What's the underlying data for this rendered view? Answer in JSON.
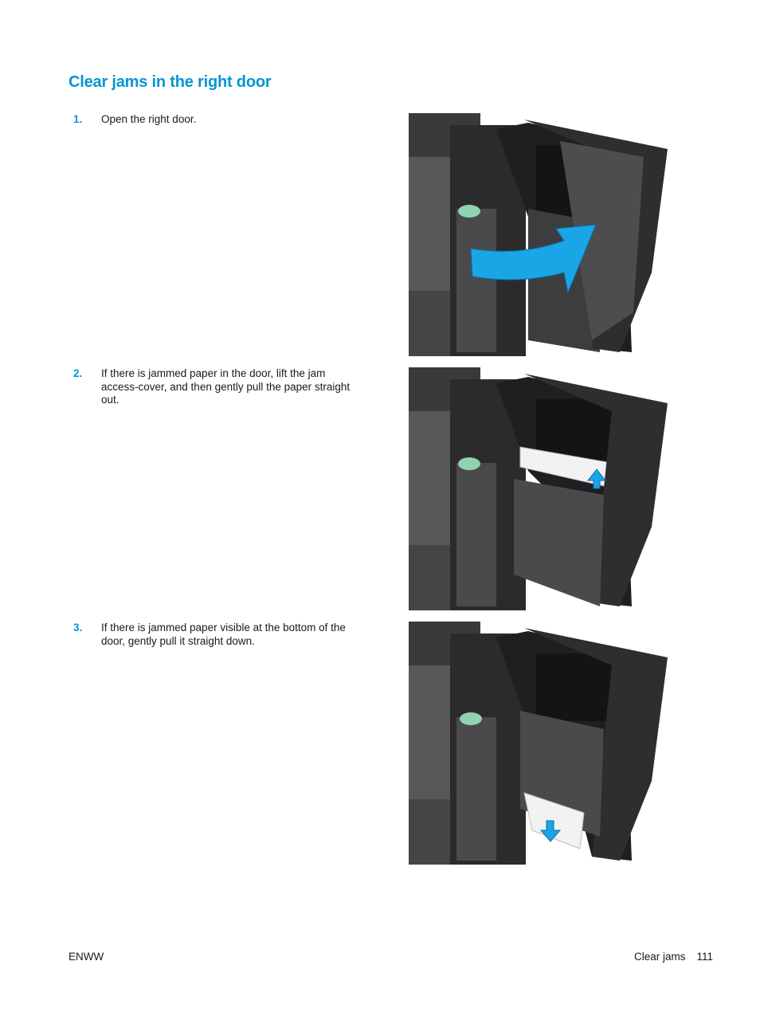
{
  "page": {
    "title": "Clear jams in the right door",
    "accent_color": "#0096d6"
  },
  "steps": [
    {
      "number": "1.",
      "text": "Open the right door.",
      "figure": "printer-open-right-door-with-swing-arrow"
    },
    {
      "number": "2.",
      "text": "If there is jammed paper in the door, lift the jam access-cover, and then gently pull the paper straight out.",
      "figure": "printer-jam-access-cover-paper-up-arrow"
    },
    {
      "number": "3.",
      "text": "If there is jammed paper visible at the bottom of the door, gently pull it straight down.",
      "figure": "printer-door-bottom-paper-down-arrow"
    }
  ],
  "footer": {
    "left": "ENWW",
    "section": "Clear jams",
    "page_number": "111"
  }
}
